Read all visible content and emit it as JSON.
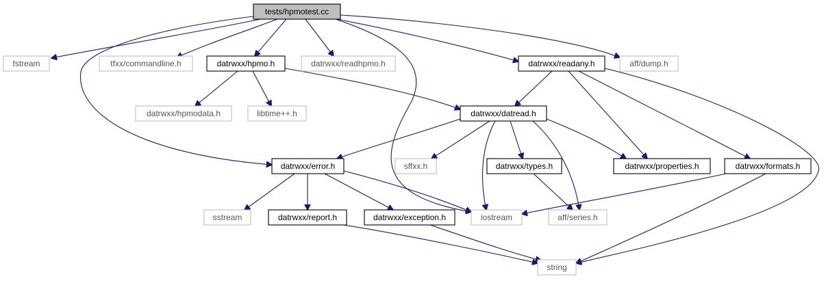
{
  "graph": {
    "nodes": [
      {
        "id": "hpmotest",
        "label": "tests/hpmotest.cc",
        "style": "root"
      },
      {
        "id": "fstream",
        "label": "fstream",
        "style": "external"
      },
      {
        "id": "commandline",
        "label": "tfxx/commandline.h",
        "style": "external"
      },
      {
        "id": "hpmo",
        "label": "datrwxx/hpmo.h",
        "style": "documented"
      },
      {
        "id": "readhpmo",
        "label": "datrwxx/readhpmo.h",
        "style": "external"
      },
      {
        "id": "readany",
        "label": "datrwxx/readany.h",
        "style": "documented"
      },
      {
        "id": "dump",
        "label": "aff/dump.h",
        "style": "external"
      },
      {
        "id": "hpmodata",
        "label": "datrwxx/hpmodata.h",
        "style": "external"
      },
      {
        "id": "libtime",
        "label": "libtime++.h",
        "style": "external"
      },
      {
        "id": "datread",
        "label": "datrwxx/datread.h",
        "style": "documented"
      },
      {
        "id": "error",
        "label": "datrwxx/error.h",
        "style": "documented"
      },
      {
        "id": "sffxx",
        "label": "sffxx.h",
        "style": "external"
      },
      {
        "id": "types",
        "label": "datrwxx/types.h",
        "style": "documented"
      },
      {
        "id": "properties",
        "label": "datrwxx/properties.h",
        "style": "documented"
      },
      {
        "id": "formats",
        "label": "datrwxx/formats.h",
        "style": "documented"
      },
      {
        "id": "sstream",
        "label": "sstream",
        "style": "external"
      },
      {
        "id": "report",
        "label": "datrwxx/report.h",
        "style": "documented"
      },
      {
        "id": "exception",
        "label": "datrwxx/exception.h",
        "style": "documented"
      },
      {
        "id": "iostream",
        "label": "iostream",
        "style": "external"
      },
      {
        "id": "series",
        "label": "aff/series.h",
        "style": "external"
      },
      {
        "id": "string",
        "label": "string",
        "style": "external"
      }
    ],
    "edges": [
      {
        "from": "hpmotest",
        "to": "fstream"
      },
      {
        "from": "hpmotest",
        "to": "commandline"
      },
      {
        "from": "hpmotest",
        "to": "hpmo"
      },
      {
        "from": "hpmotest",
        "to": "readhpmo"
      },
      {
        "from": "hpmotest",
        "to": "readany"
      },
      {
        "from": "hpmotest",
        "to": "dump"
      },
      {
        "from": "hpmotest",
        "to": "error"
      },
      {
        "from": "hpmotest",
        "to": "iostream"
      },
      {
        "from": "hpmo",
        "to": "hpmodata"
      },
      {
        "from": "hpmo",
        "to": "libtime"
      },
      {
        "from": "hpmo",
        "to": "datread"
      },
      {
        "from": "readany",
        "to": "datread"
      },
      {
        "from": "readany",
        "to": "properties"
      },
      {
        "from": "readany",
        "to": "formats"
      },
      {
        "from": "readany",
        "to": "string"
      },
      {
        "from": "datread",
        "to": "error"
      },
      {
        "from": "datread",
        "to": "sffxx"
      },
      {
        "from": "datread",
        "to": "iostream"
      },
      {
        "from": "datread",
        "to": "types"
      },
      {
        "from": "datread",
        "to": "series"
      },
      {
        "from": "datread",
        "to": "properties"
      },
      {
        "from": "error",
        "to": "sstream"
      },
      {
        "from": "error",
        "to": "report"
      },
      {
        "from": "error",
        "to": "exception"
      },
      {
        "from": "error",
        "to": "iostream"
      },
      {
        "from": "types",
        "to": "series"
      },
      {
        "from": "formats",
        "to": "iostream"
      },
      {
        "from": "formats",
        "to": "string"
      },
      {
        "from": "report",
        "to": "string"
      },
      {
        "from": "exception",
        "to": "string"
      }
    ]
  }
}
